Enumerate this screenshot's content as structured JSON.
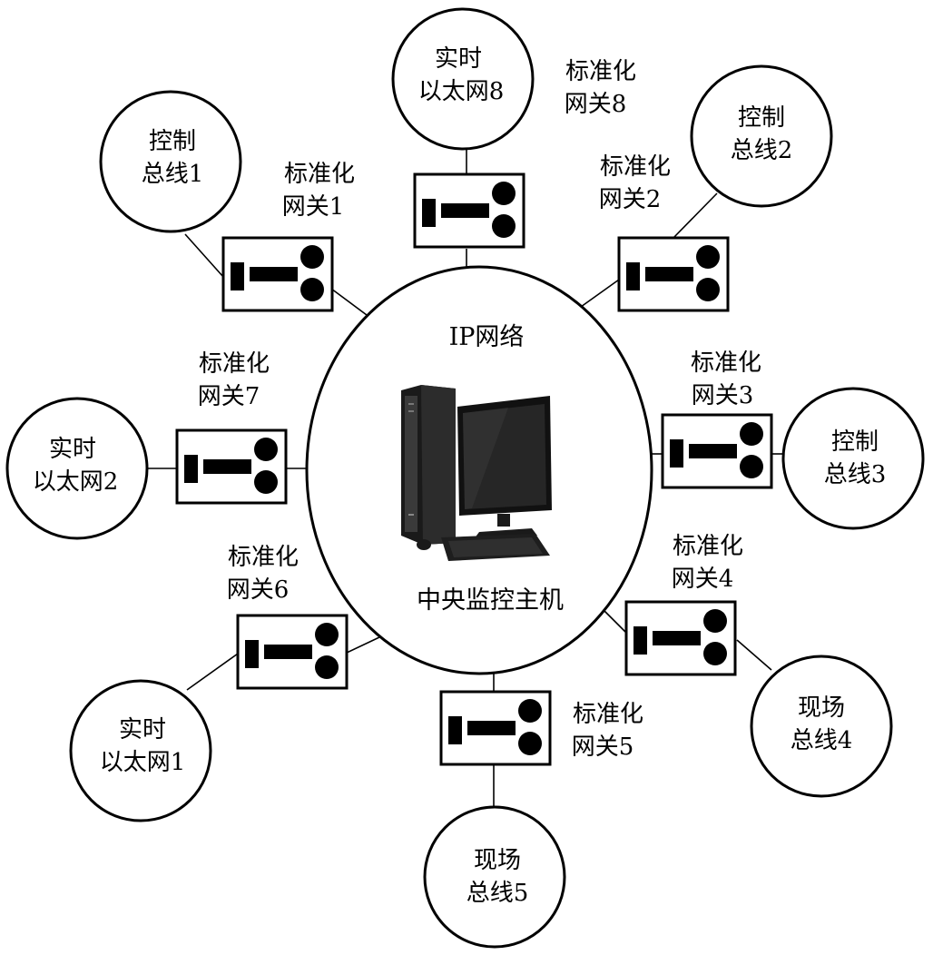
{
  "hub": {
    "network_label": "IP网络",
    "host_label": "中央监控主机"
  },
  "gateways": [
    {
      "id": 1,
      "line1": "标准化",
      "line2": "网关1"
    },
    {
      "id": 2,
      "line1": "标准化",
      "line2": "网关2"
    },
    {
      "id": 3,
      "line1": "标准化",
      "line2": "网关3"
    },
    {
      "id": 4,
      "line1": "标准化",
      "line2": "网关4"
    },
    {
      "id": 5,
      "line1": "标准化",
      "line2": "网关5"
    },
    {
      "id": 6,
      "line1": "标准化",
      "line2": "网关6"
    },
    {
      "id": 7,
      "line1": "标准化",
      "line2": "网关7"
    },
    {
      "id": 8,
      "line1": "标准化",
      "line2": "网关8"
    }
  ],
  "networks": [
    {
      "id": "control-bus-1",
      "line1": "控制",
      "line2": "总线1"
    },
    {
      "id": "control-bus-2",
      "line1": "控制",
      "line2": "总线2"
    },
    {
      "id": "control-bus-3",
      "line1": "控制",
      "line2": "总线3"
    },
    {
      "id": "field-bus-4",
      "line1": "现场",
      "line2": "总线4"
    },
    {
      "id": "field-bus-5",
      "line1": "现场",
      "line2": "总线5"
    },
    {
      "id": "realtime-ethernet-1",
      "line1": "实时",
      "line2": "以太网1"
    },
    {
      "id": "realtime-ethernet-2",
      "line1": "实时",
      "line2": "以太网2"
    },
    {
      "id": "realtime-ethernet-8",
      "line1": "实时",
      "line2": "以太网8"
    }
  ],
  "icons": {
    "host": "desktop-computer-icon",
    "gateway": "gateway-device-icon"
  }
}
